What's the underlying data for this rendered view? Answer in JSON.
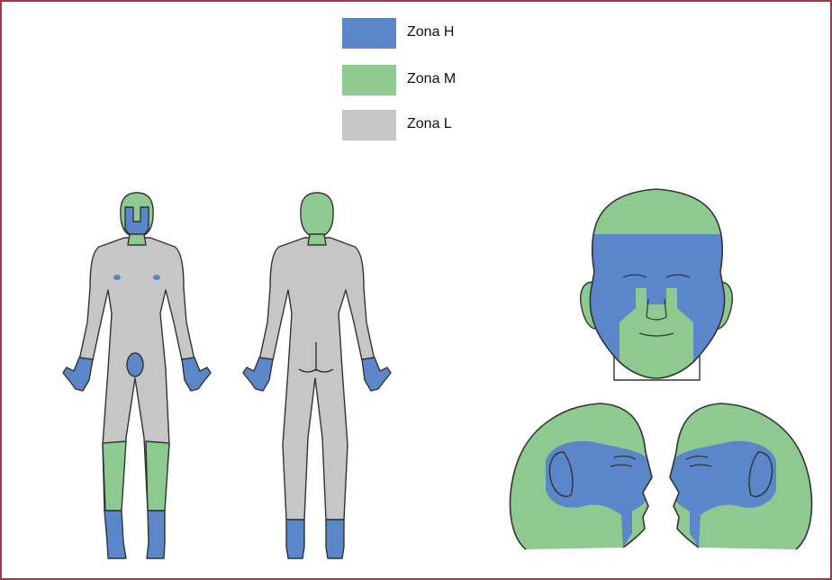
{
  "legend": {
    "items": [
      {
        "label": "Zona H",
        "color": "#5b86c9"
      },
      {
        "label": "Zona M",
        "color": "#8ec990"
      },
      {
        "label": "Zona L",
        "color": "#c6c6c6"
      }
    ]
  },
  "colors": {
    "frame_border": "#9b3a48",
    "outline": "#333333",
    "zone_h": "#5b86c9",
    "zone_m": "#8ec990",
    "zone_l": "#c6c6c6"
  },
  "figures": [
    {
      "name": "body-front"
    },
    {
      "name": "body-back"
    },
    {
      "name": "head-front"
    },
    {
      "name": "head-side-left"
    },
    {
      "name": "head-side-right"
    }
  ]
}
